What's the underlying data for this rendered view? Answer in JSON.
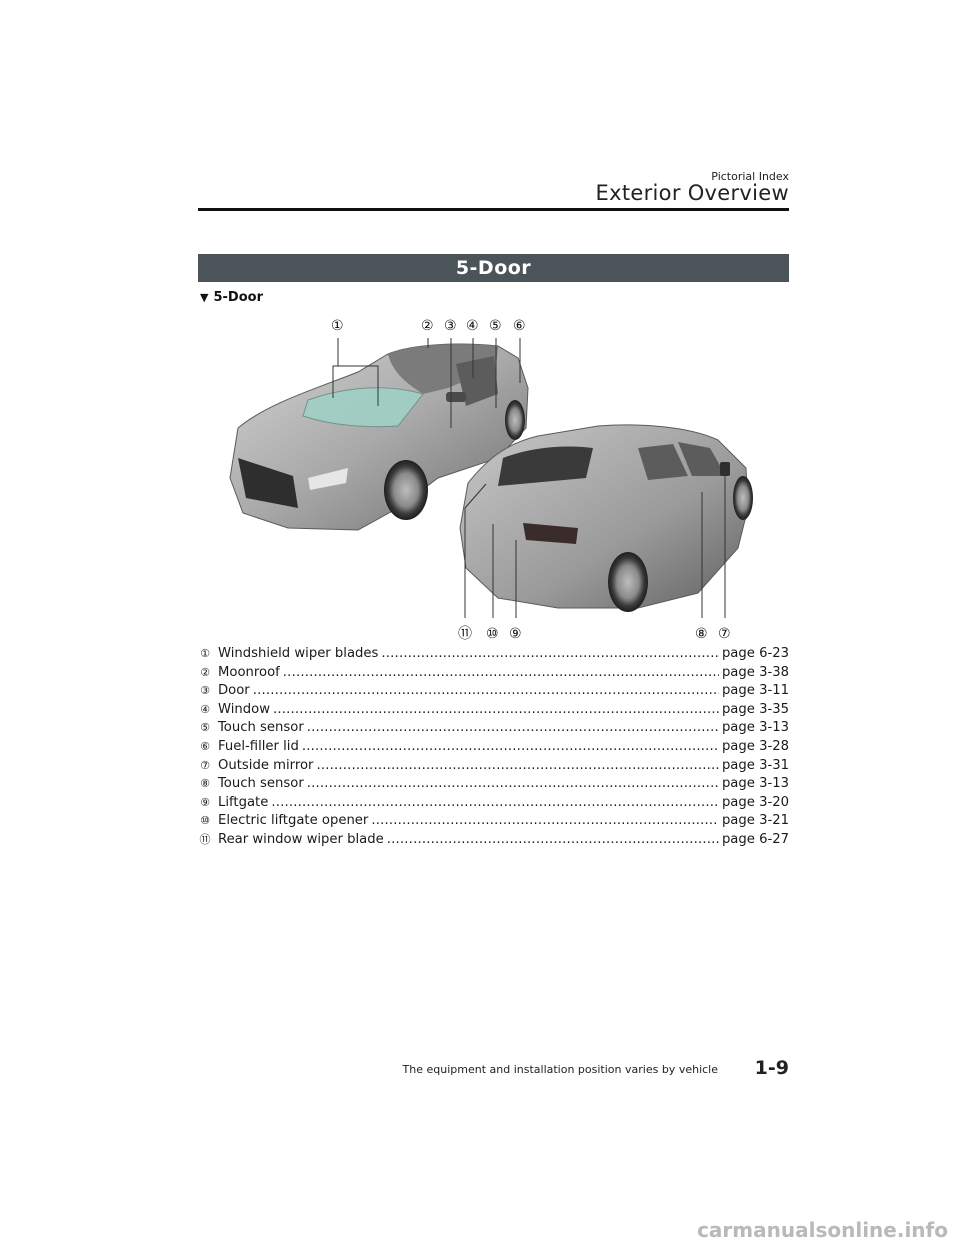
{
  "header": {
    "section_label": "Pictorial Index",
    "title": "Exterior Overview"
  },
  "section": {
    "title": "5-Door",
    "subheading": "5-Door",
    "subheading_marker": "▼"
  },
  "figure": {
    "callouts": [
      "①",
      "②",
      "③",
      "④",
      "⑤",
      "⑥",
      "⑦",
      "⑧",
      "⑨",
      "⑩",
      "⑪"
    ],
    "car_color": "#a9a9a9",
    "glass_color": "#9fd0c4"
  },
  "legend": [
    {
      "num": "①",
      "label": "Windshield wiper blades",
      "page": "page 6-23"
    },
    {
      "num": "②",
      "label": "Moonroof",
      "page": "page 3-38"
    },
    {
      "num": "③",
      "label": "Door",
      "page": "page 3-11"
    },
    {
      "num": "④",
      "label": "Window",
      "page": "page 3-35"
    },
    {
      "num": "⑤",
      "label": "Touch sensor",
      "page": "page 3-13"
    },
    {
      "num": "⑥",
      "label": "Fuel-filler lid",
      "page": "page 3-28"
    },
    {
      "num": "⑦",
      "label": "Outside mirror",
      "page": "page 3-31"
    },
    {
      "num": "⑧",
      "label": "Touch sensor",
      "page": "page 3-13"
    },
    {
      "num": "⑨",
      "label": "Liftgate",
      "page": "page 3-20"
    },
    {
      "num": "⑩",
      "label": "Electric liftgate opener",
      "page": "page 3-21"
    },
    {
      "num": "⑪",
      "label": "Rear window wiper blade",
      "page": "page 6-27"
    }
  ],
  "footer": {
    "note": "The equipment and installation position varies by vehicle",
    "page_number": "1-9"
  },
  "watermark": "carmanualsonline.info"
}
